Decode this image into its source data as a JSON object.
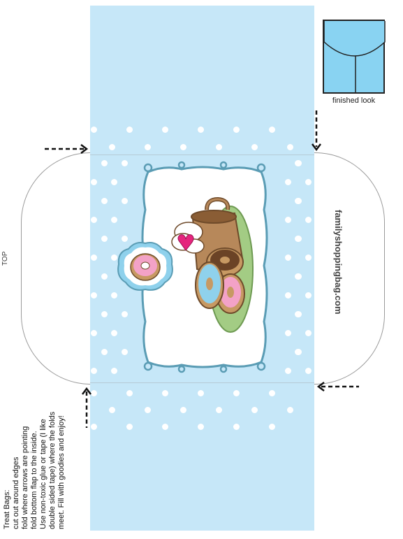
{
  "template": {
    "side_label": "TOP",
    "brand_text": "familyshoppingbag.com",
    "finished_label": "finished look",
    "instructions": [
      "Treat Bags:",
      "cut out around edges",
      "fold where arrows are pointing",
      "fold bottom flap to the inside.",
      "Use non-toxic glue or tape (I like",
      "double sided tape) where the folds",
      "meet. Fill with goodies and enjoy!"
    ]
  },
  "colors": {
    "panel_blue": "#c6e7f8",
    "frame_blue": "#5a9cb4",
    "envelope_blue": "#89d3f2",
    "dot_white": "#ffffff"
  },
  "icons": [
    "envelope-icon",
    "arrow-right-icon",
    "arrow-down-icon",
    "arrow-left-icon",
    "arrow-up-icon",
    "donut-icon",
    "cup-icon",
    "heart-icon"
  ]
}
